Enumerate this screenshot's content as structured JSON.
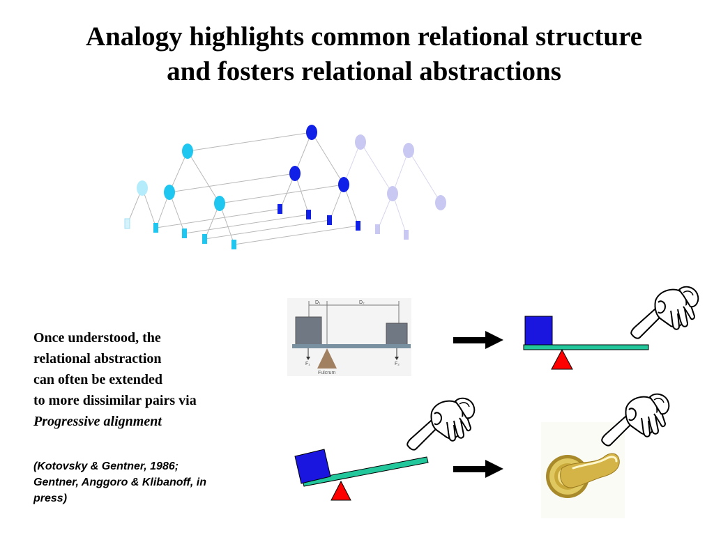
{
  "title": {
    "line1": "Analogy highlights common relational structure",
    "line2": "and fosters relational abstractions"
  },
  "body": {
    "line1": "Once understood, the",
    "line2": "relational abstraction",
    "line3": "can often be extended",
    "line4": "to more dissimilar pairs via",
    "line5": "Progressive alignment"
  },
  "citation": {
    "line1": "(Kotovsky & Gentner, 1986;",
    "line2": "Gentner, Anggoro & Klibanoff, in",
    "line3": "press)"
  },
  "diagram_labels": {
    "fulcrum": "Fulcrum",
    "d1": "D₁",
    "d2": "D₂",
    "f1": "F₁",
    "f2": "F₂"
  },
  "colors": {
    "cyan_node": "#1fc6f0",
    "pale_cyan_node": "#b4ecfb",
    "blue_node": "#1020e6",
    "lavender_node": "#c8c8f2",
    "beam_green": "#22c79b",
    "fulcrum_red": "#ff0000",
    "block_blue": "#1a16e0"
  },
  "icons": [
    "pointing-hand-icon",
    "right-arrow-icon",
    "door-handle-image",
    "seesaw-photo"
  ]
}
